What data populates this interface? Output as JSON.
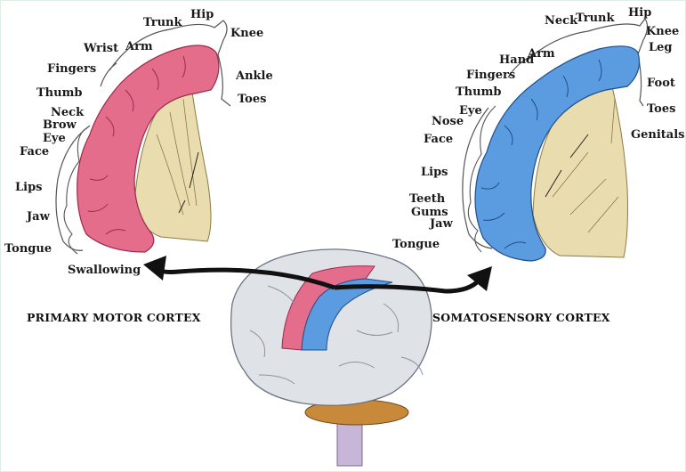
{
  "motor": {
    "title": "PRIMARY MOTOR CORTEX",
    "color": "#e46d8c",
    "labels": {
      "hip": "Hip",
      "trunk": "Trunk",
      "knee": "Knee",
      "arm": "Arm",
      "wrist": "Wrist",
      "fingers": "Fingers",
      "ankle": "Ankle",
      "thumb": "Thumb",
      "toes": "Toes",
      "neck": "Neck",
      "brow": "Brow",
      "eye": "Eye",
      "face": "Face",
      "lips": "Lips",
      "jaw": "Jaw",
      "tongue": "Tongue",
      "swallowing": "Swallowing"
    }
  },
  "sensory": {
    "title": "SOMATOSENSORY CORTEX",
    "color": "#5b9be0",
    "labels": {
      "hip": "Hip",
      "neck": "Neck",
      "trunk": "Trunk",
      "knee": "Knee",
      "leg": "Leg",
      "hand": "Hand",
      "arm": "Arm",
      "fingers": "Fingers",
      "foot": "Foot",
      "thumb": "Thumb",
      "eye": "Eye",
      "toes": "Toes",
      "nose": "Nose",
      "genitals": "Genitals",
      "face": "Face",
      "lips": "Lips",
      "teeth": "Teeth",
      "gums": "Gums",
      "jaw": "Jaw",
      "tongue": "Tongue"
    }
  },
  "colors": {
    "brain": "#dfe3e8",
    "white_matter": "#e9dcae",
    "cerebellum": "#c88a3a",
    "arrow": "#111111"
  }
}
